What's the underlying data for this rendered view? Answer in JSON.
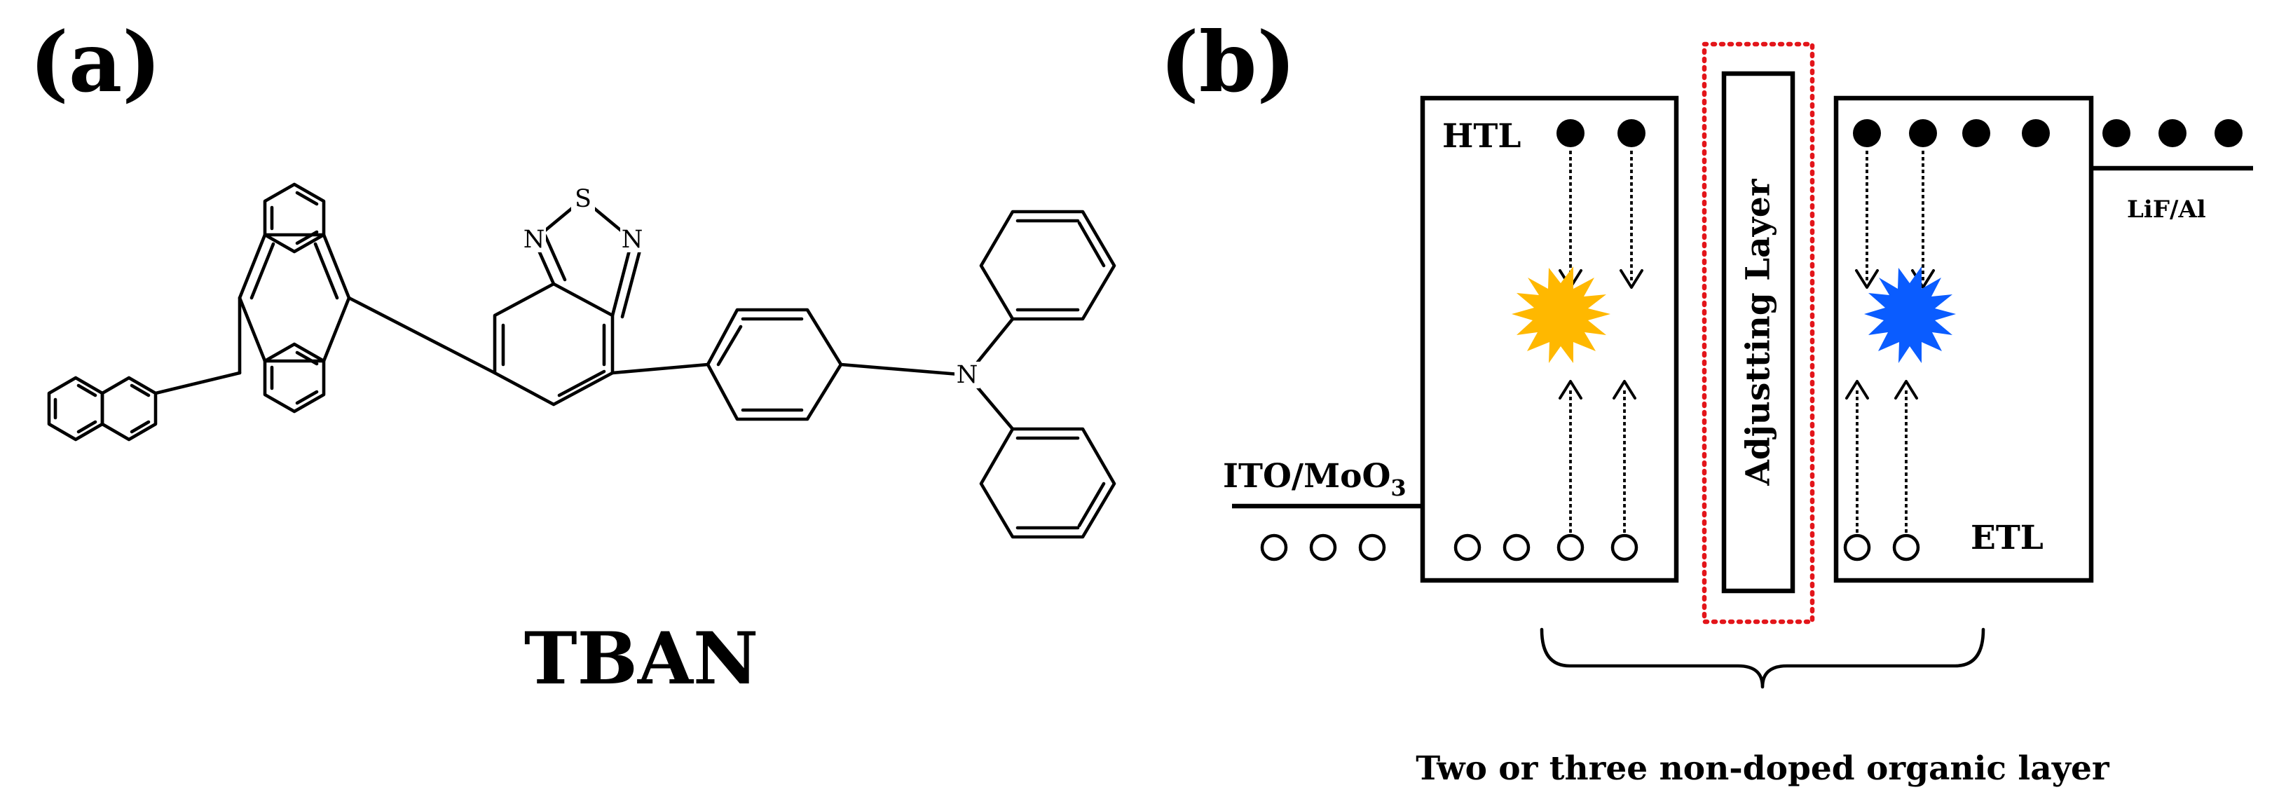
{
  "panels": {
    "a": {
      "label": "(a)",
      "compound_name": "TBAN"
    },
    "b": {
      "label": "(b)"
    }
  },
  "molecule": {
    "atom_labels": {
      "sulfur": "S",
      "nitrogen_left": "N",
      "nitrogen_right": "N",
      "amine_nitrogen": "N"
    }
  },
  "device": {
    "anode_label": "ITO/MoO",
    "anode_subscript": "3",
    "cathode_label": "LiF/Al",
    "htl_label": "HTL",
    "etl_label": "ETL",
    "adjusting_layer_label": "Adjustting  Layer",
    "caption": "Two or three non-doped organic layer",
    "emitter_colors": {
      "left": "#ffb800",
      "right": "#0a5cff"
    },
    "adjusting_frame_color": "#e3151a"
  }
}
